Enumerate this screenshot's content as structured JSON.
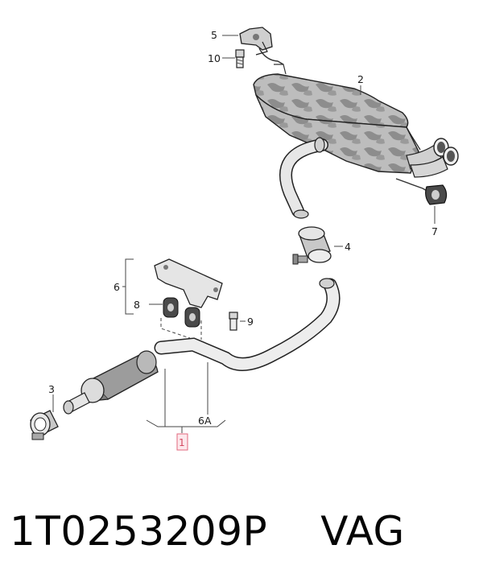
{
  "diagram": {
    "callouts": {
      "muffler_rear": "2",
      "clamp_rear": "4",
      "bracket": "5",
      "rubber_mount_rear": "7",
      "bolt_top": "10",
      "clamp_front": "3",
      "hanger_group": "6",
      "hanger_group_sub": "6A",
      "rubber_mount_front": "8",
      "bolt_front": "9",
      "part_selected": "1"
    },
    "highlight_color": "#e2677d"
  },
  "caption": {
    "part_number": "1T0253209P",
    "brand": "VAG"
  }
}
